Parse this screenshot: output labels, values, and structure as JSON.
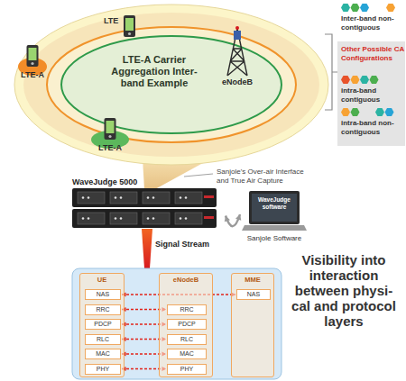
{
  "diagram": {
    "caption": "Visibility into interaction between physi- cal and protocol layers",
    "nodes": [
      {
        "text": [
          "LTE-A Carrier Aggregation Inter-band Example"
        ]
      },
      {
        "text": [
          "LTE"
        ],
        "in": 0
      },
      {
        "text": [
          "LTE-A"
        ],
        "in": 0
      },
      {
        "text": [
          "LTE-A"
        ],
        "in": 0
      },
      {
        "text": [
          "eNodeB"
        ],
        "in": 0
      },
      {
        "text": [
          "WaveJudge 5000"
        ]
      },
      {
        "text": [
          "WaveJudge software",
          "Sanjole Software"
        ]
      },
      {
        "text": [
          "UE"
        ]
      },
      {
        "text": [
          "NAS"
        ],
        "in": 7
      },
      {
        "text": [
          "RRC"
        ],
        "in": 7
      },
      {
        "text": [
          "PDCP"
        ],
        "in": 7
      },
      {
        "text": [
          "RLC"
        ],
        "in": 7
      },
      {
        "text": [
          "MAC"
        ],
        "in": 7
      },
      {
        "text": [
          "PHY"
        ],
        "in": 7
      },
      {
        "text": [
          "eNodeB"
        ]
      },
      {
        "text": [
          "RRC"
        ],
        "in": 14
      },
      {
        "text": [
          "PDCP"
        ],
        "in": 14
      },
      {
        "text": [
          "RLC"
        ],
        "in": 14
      },
      {
        "text": [
          "MAC"
        ],
        "in": 14
      },
      {
        "text": [
          "PHY"
        ],
        "in": 14
      },
      {
        "text": [
          "MME"
        ]
      },
      {
        "text": [
          "NAS"
        ],
        "in": 20
      }
    ],
    "edges": [
      {
        "from": 5,
        "to": 6,
        "arrow": "both"
      },
      {
        "from": 8,
        "to": 21,
        "arrow": "both"
      },
      {
        "from": 9,
        "to": 15,
        "arrow": "both"
      },
      {
        "from": 10,
        "to": 16,
        "arrow": "both"
      },
      {
        "from": 11,
        "to": 17,
        "arrow": "both"
      },
      {
        "from": 12,
        "to": 18,
        "arrow": "both"
      },
      {
        "from": 13,
        "to": 19,
        "arrow": "both"
      }
    ],
    "labels": [
      "Other Possible CA Configurations",
      "Sanjole's Over-air Interface and True Air Capture",
      "Signal Stream"
    ],
    "legend": [
      {
        "text": "Inter-band non-contiguous"
      },
      {
        "text": "intra-band contiguous"
      },
      {
        "text": "intra-band non-contiguous"
      }
    ]
  }
}
